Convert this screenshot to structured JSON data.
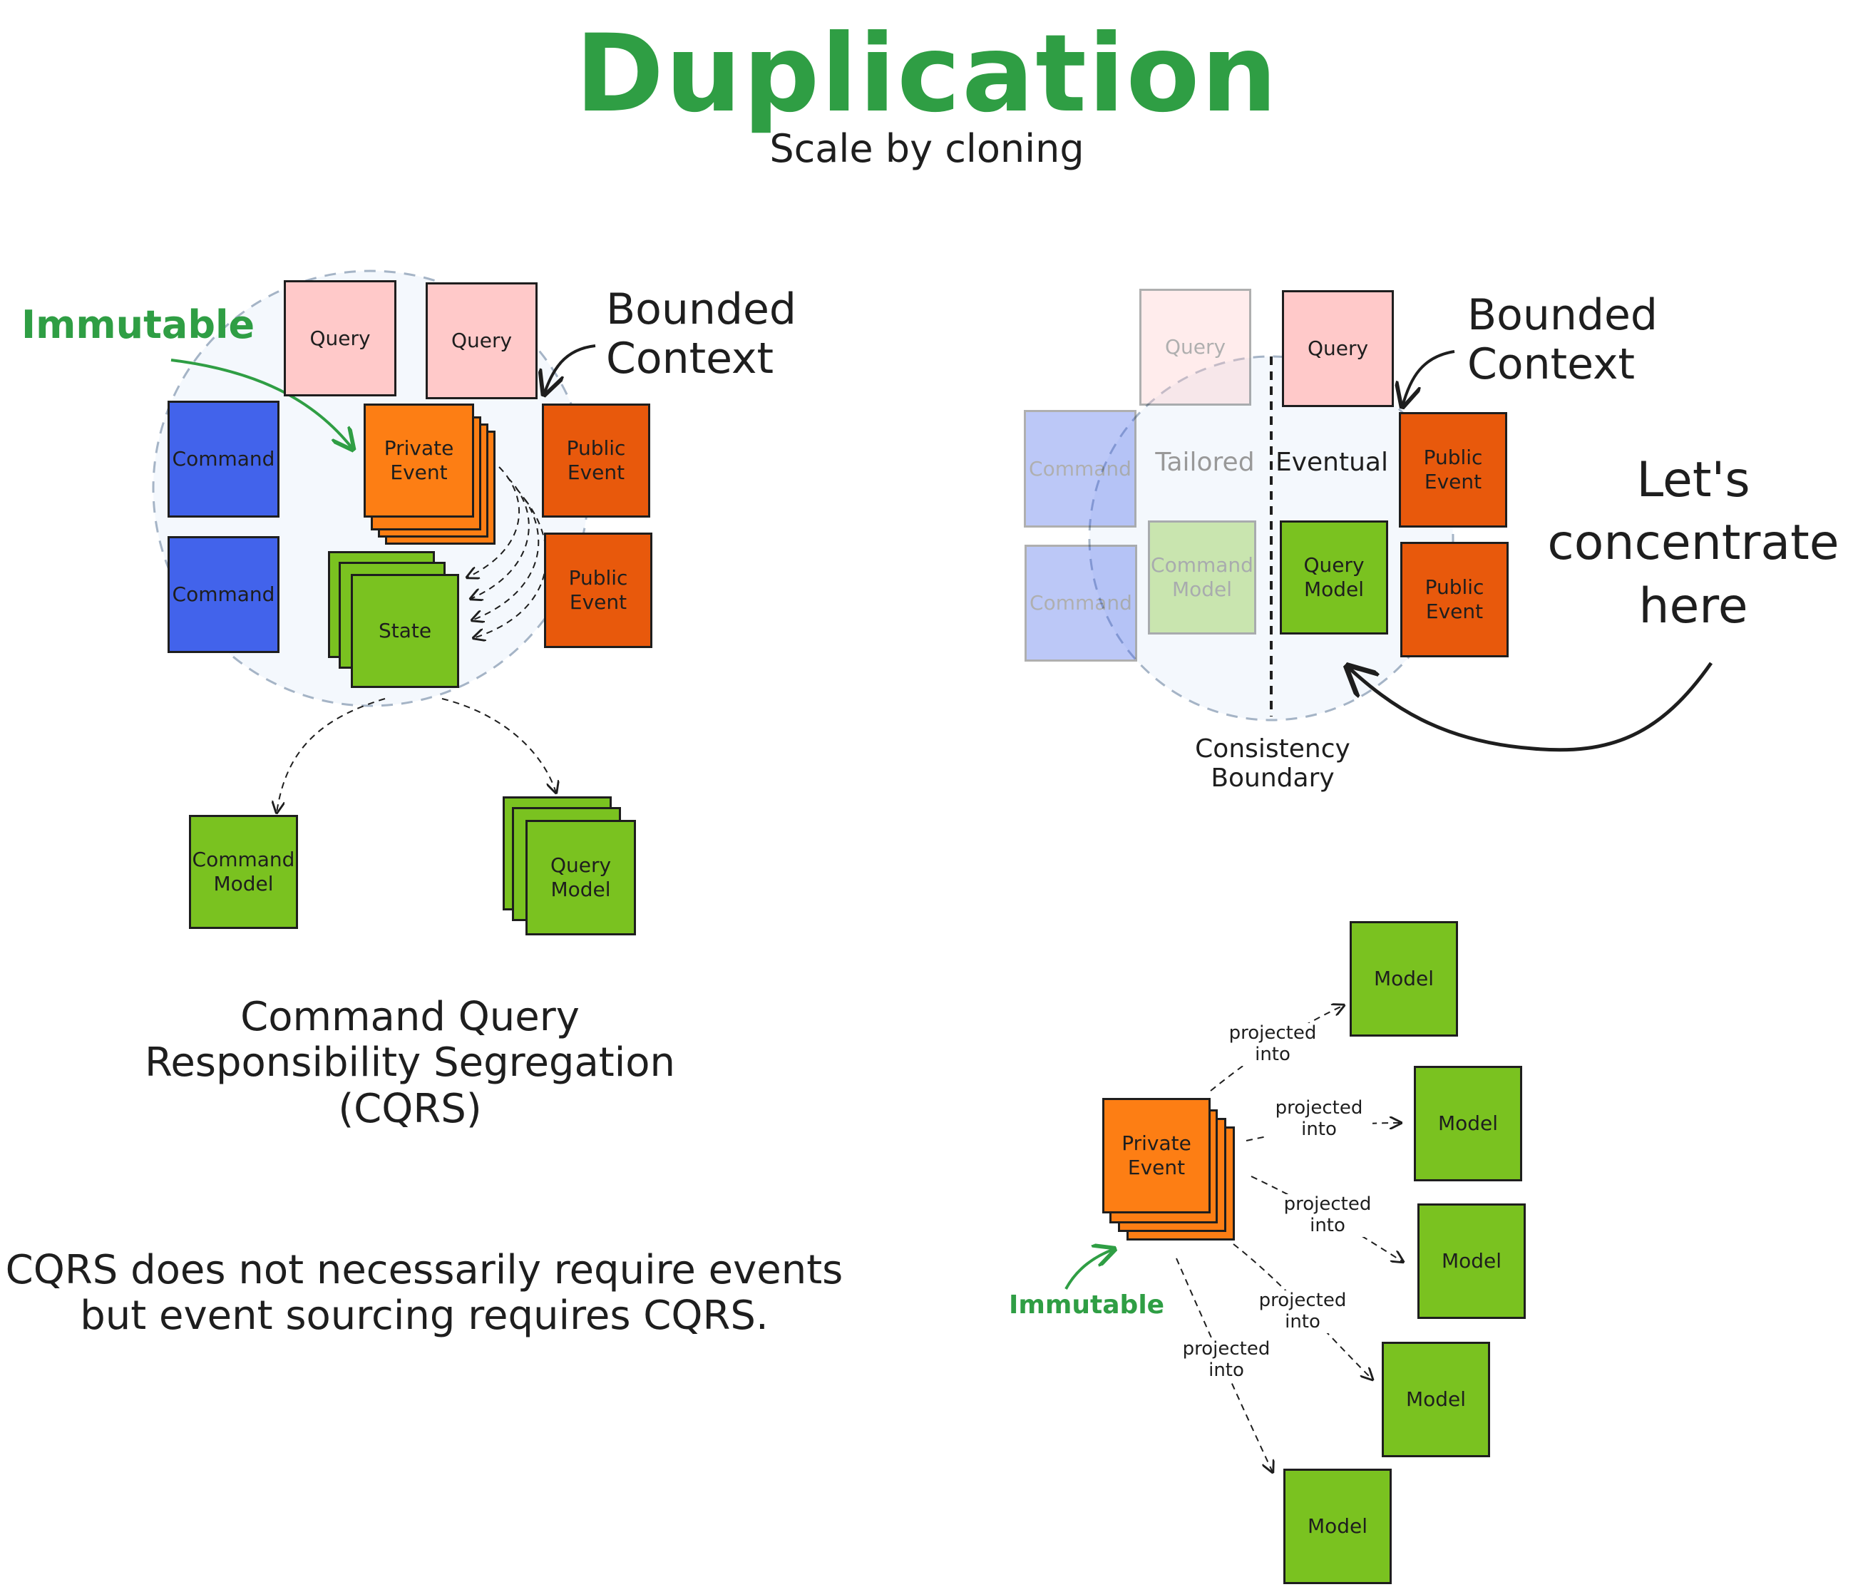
{
  "header": {
    "title": "Duplication",
    "subtitle": "Scale by cloning"
  },
  "left": {
    "immutable": "Immutable",
    "bounded_context": "Bounded\nContext",
    "query": "Query",
    "command": "Command",
    "private_event": "Private\nEvent",
    "public_event": "Public\nEvent",
    "state": "State",
    "command_model": "Command\nModel",
    "query_model": "Query\nModel",
    "cqrs_title": "Command Query\nResponsibility Segregation\n(CQRS)",
    "cqrs_note": "CQRS does not necessarily require events\nbut event sourcing requires CQRS."
  },
  "right": {
    "query": "Query",
    "command": "Command",
    "tailored": "Tailored",
    "eventual": "Eventual",
    "public_event": "Public\nEvent",
    "command_model": "Command\nModel",
    "query_model": "Query\nModel",
    "bounded_context": "Bounded\nContext",
    "lets_concentrate": "Let's\nconcentrate\nhere",
    "consistency_boundary": "Consistency\nBoundary"
  },
  "projection": {
    "private_event": "Private\nEvent",
    "immutable": "Immutable",
    "model": "Model",
    "projected_into": "projected\ninto"
  },
  "colors": {
    "accent_green": "#2f9e44",
    "query_pink": "#ffc9c9",
    "command_blue": "#4263eb",
    "private_event_orange": "#fd7e14",
    "public_event_orange": "#e8590c",
    "model_green": "#7ac220"
  }
}
